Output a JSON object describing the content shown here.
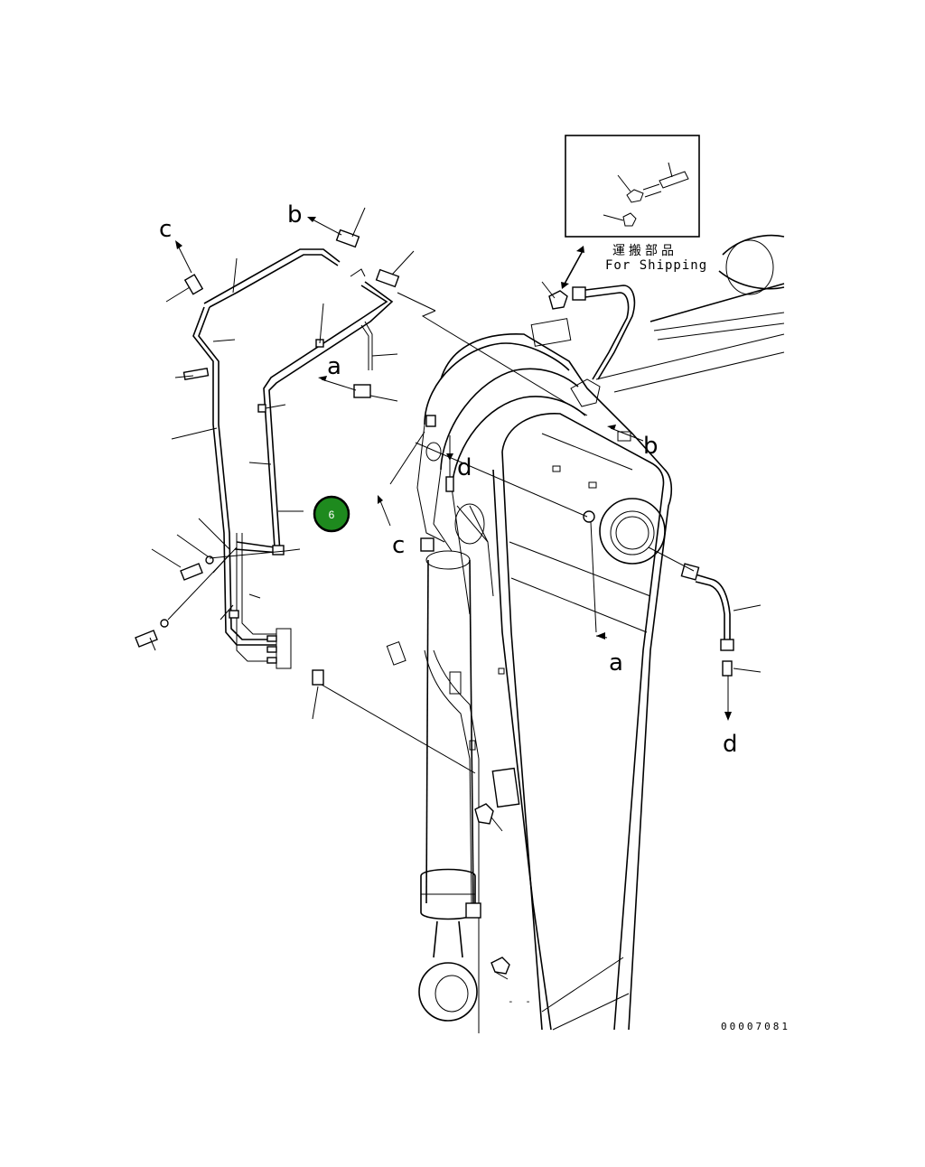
{
  "diagram": {
    "drawing_number": "00007081",
    "callout_badge": {
      "text": "6",
      "color": "#1e8a1e"
    },
    "shipping_label_jp": "運搬部品",
    "shipping_label_en": "For Shipping",
    "connector_labels": {
      "c_top": "c",
      "b_top": "b",
      "a_left": "a",
      "b_right": "b",
      "d_mid": "d",
      "c_mid": "c",
      "a_right": "a",
      "d_right": "d"
    },
    "dash_mark": "- -"
  }
}
